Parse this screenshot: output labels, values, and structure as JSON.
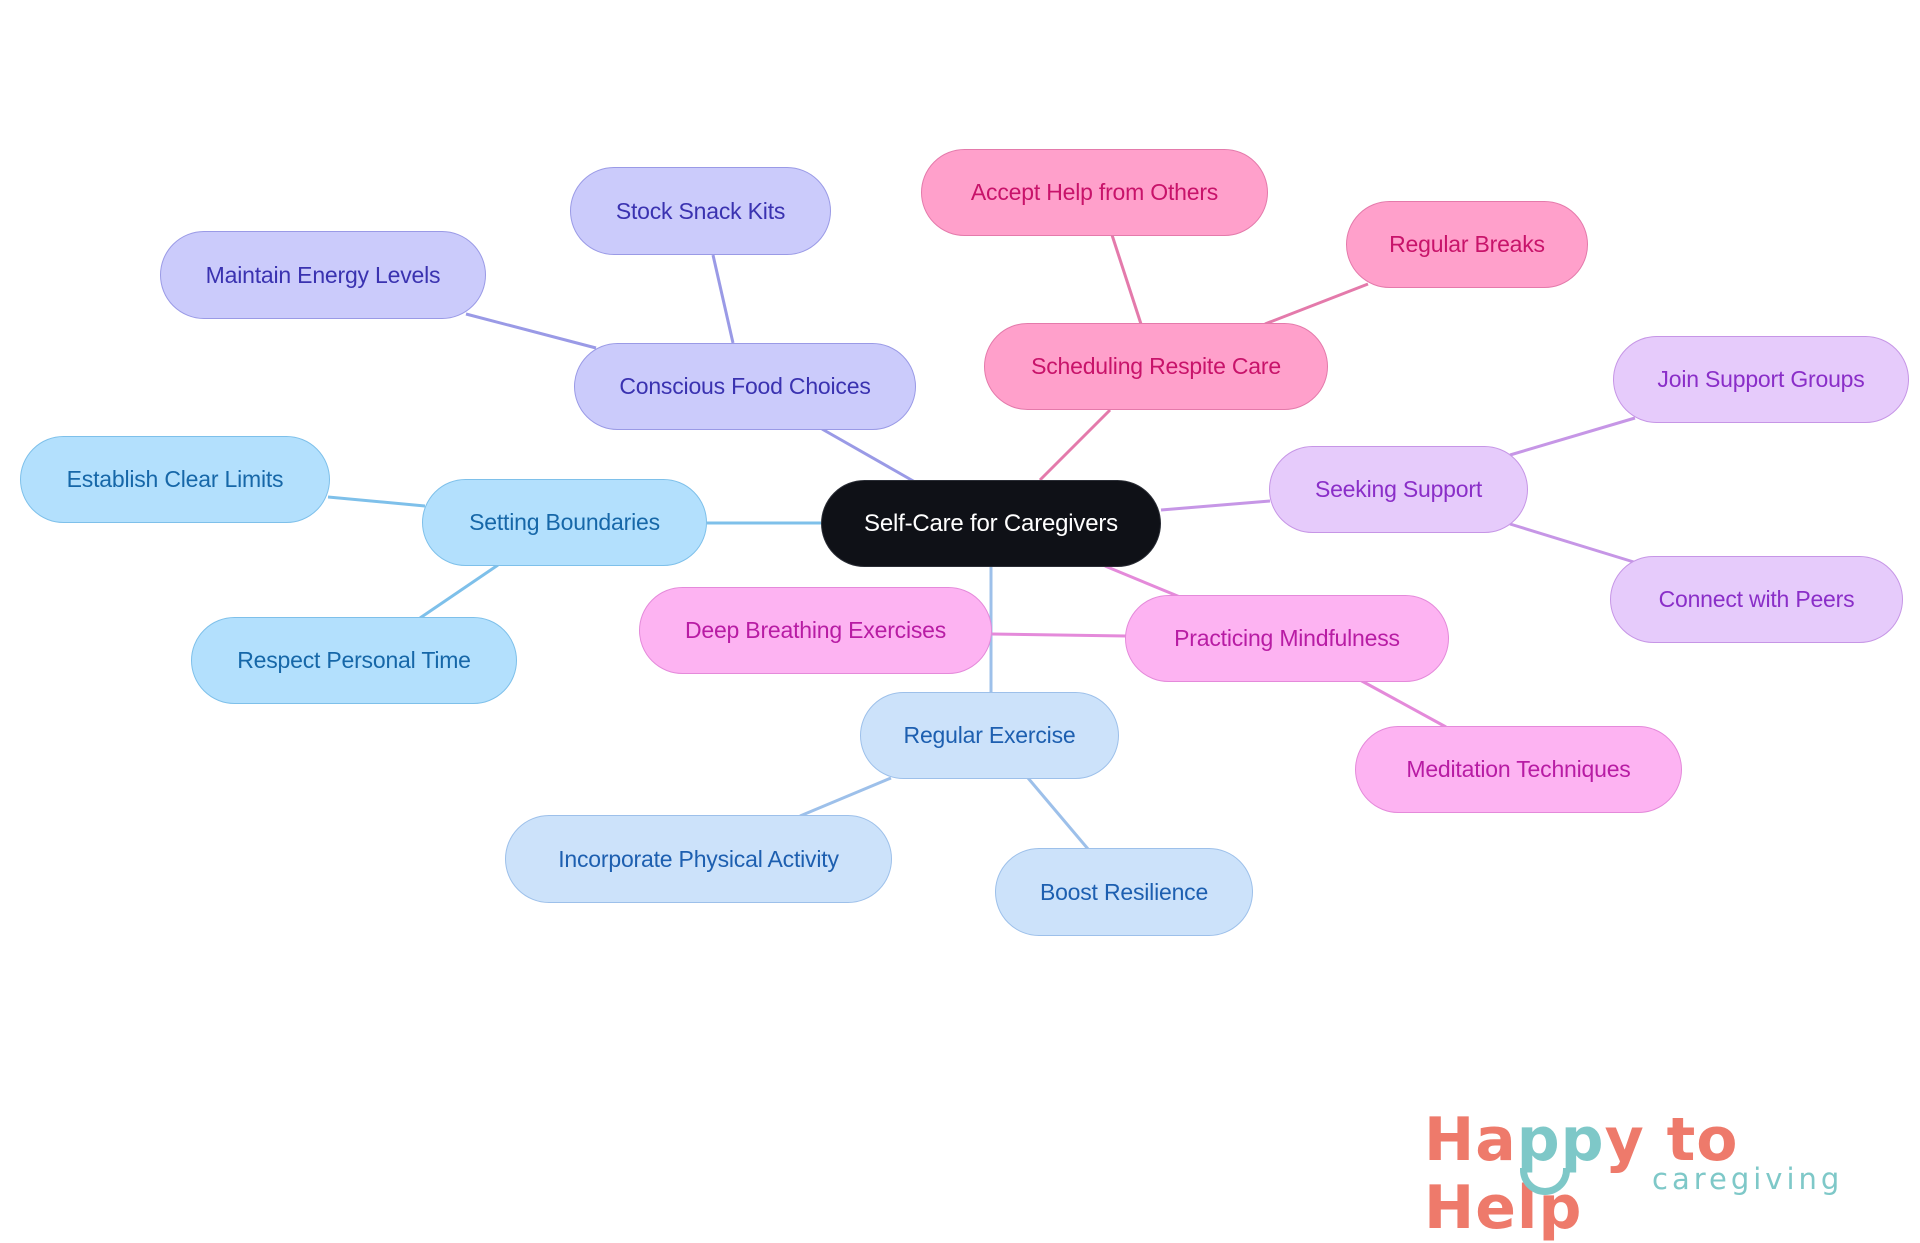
{
  "diagram": {
    "title": "Self-Care for Caregivers",
    "colors": {
      "center_bg": "#0f1117",
      "food": "#cbcbfb",
      "respite": "#ffa0cb",
      "support": "#e6cbfb",
      "mindfulness": "#fdb3f2",
      "exercise": "#cce2fa",
      "boundaries": "#b3e0fd"
    },
    "center": {
      "label": "Self-Care for Caregivers"
    },
    "branches": [
      {
        "label": "Conscious Food Choices",
        "children": [
          {
            "label": "Stock Snack Kits"
          },
          {
            "label": "Maintain Energy Levels"
          }
        ]
      },
      {
        "label": "Scheduling Respite Care",
        "children": [
          {
            "label": "Accept Help from Others"
          },
          {
            "label": "Regular Breaks"
          }
        ]
      },
      {
        "label": "Seeking Support",
        "children": [
          {
            "label": "Join Support Groups"
          },
          {
            "label": "Connect with Peers"
          }
        ]
      },
      {
        "label": "Practicing Mindfulness",
        "children": [
          {
            "label": "Deep Breathing Exercises"
          },
          {
            "label": "Meditation Techniques"
          }
        ]
      },
      {
        "label": "Regular Exercise",
        "children": [
          {
            "label": "Incorporate Physical Activity"
          },
          {
            "label": "Boost Resilience"
          }
        ]
      },
      {
        "label": "Setting Boundaries",
        "children": [
          {
            "label": "Establish Clear Limits"
          },
          {
            "label": "Respect Personal Time"
          }
        ]
      }
    ]
  },
  "logo": {
    "word1": "Happ",
    "word1b": "y",
    "pp": "pp",
    "line1_part_a": "Ha",
    "line1_part_b": "pp",
    "line1_part_c": "y to Help",
    "tagline": "caregiving"
  }
}
